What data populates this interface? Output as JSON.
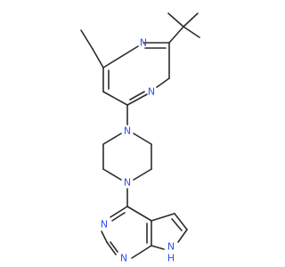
{
  "molecule": {
    "colors": {
      "bond": "#2b2b2b",
      "nitrogen": "#3050f8",
      "background": "#ffffff"
    },
    "atom_labels": [
      {
        "id": "n-pyrimidine-upper",
        "text": "N",
        "element": "N"
      },
      {
        "id": "n-pyrimidine-lower",
        "text": "N",
        "element": "N"
      },
      {
        "id": "n-piperazine-upper",
        "text": "N",
        "element": "N"
      },
      {
        "id": "n-piperazine-lower",
        "text": "N",
        "element": "N"
      },
      {
        "id": "n-fused-left",
        "text": "N",
        "element": "N"
      },
      {
        "id": "n-fused-bottom",
        "text": "N",
        "element": "N"
      },
      {
        "id": "nh-pyrrole",
        "text": "H",
        "element": "N"
      },
      {
        "id": "nh-pyrrole-n",
        "text": "N",
        "element": "N"
      }
    ]
  }
}
